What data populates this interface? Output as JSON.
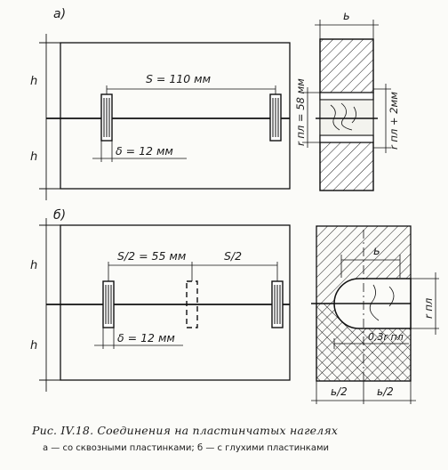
{
  "panel_a": {
    "label": "а)",
    "h_top": "h",
    "h_bottom": "h",
    "spacing": "S = 110 мм",
    "thickness": "δ = 12 мм",
    "section_width": "ь",
    "plate_height": "r пл = 58 мм",
    "plate_half": "r пл + 2мм"
  },
  "panel_b": {
    "label": "б)",
    "h_top": "h",
    "h_bottom": "h",
    "half_spacing": "S/2 = 55 мм",
    "half_spacing_right": "S/2",
    "thickness": "δ = 12 мм",
    "section_width": "ь",
    "plate_height": "r пл",
    "depth": "0,3r пл",
    "half_width_left": "ь/2",
    "half_width_right": "ь/2"
  },
  "caption": {
    "title": "Рис. IV.18. Соединения на пластинчатых нагелях",
    "subtitle": "а — со сквозными пластинками; б — с глухими пластинками"
  }
}
